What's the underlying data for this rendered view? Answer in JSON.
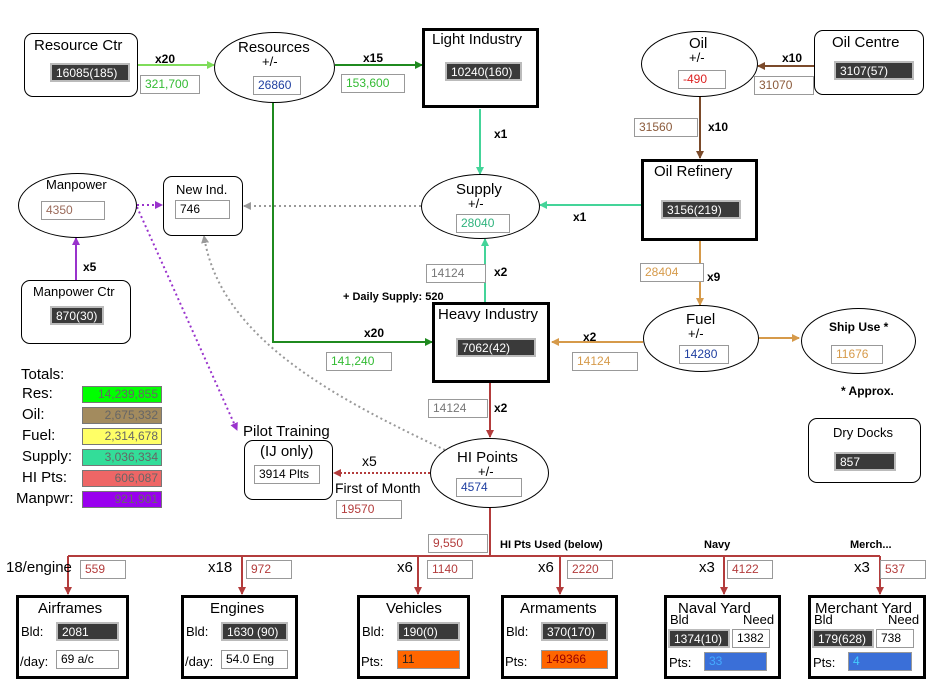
{
  "colors": {
    "resources": "#5ecb3c",
    "oil": "#7b4a2a",
    "supply": "#44d499",
    "fuel": "#d69a4a",
    "manpower": "#9933cc",
    "hi": "#b33c3c",
    "new_ind": "#999999"
  },
  "resource_ctr": {
    "title": "Resource Ctr",
    "value": "16085(185)",
    "mult": "x20",
    "flow": "321,700"
  },
  "resources": {
    "title": "Resources",
    "sub": "+/-",
    "value": "26860",
    "mult": "x15",
    "flow": "153,600",
    "mult2": "x20",
    "flow2": "141,240"
  },
  "light_industry": {
    "title": "Light Industry",
    "value": "10240(160)",
    "mult": "x1"
  },
  "oil": {
    "title": "Oil",
    "sub": "+/-",
    "value": "-490"
  },
  "oil_centre": {
    "title": "Oil Centre",
    "value": "3107(57)",
    "mult": "x10",
    "flow": "31070"
  },
  "oil_refinery": {
    "title": "Oil Refinery",
    "value": "3156(219)",
    "in_mult": "x10",
    "in_flow": "31560",
    "supply_mult": "x1",
    "fuel_mult": "x9",
    "fuel_flow": "28404"
  },
  "supply": {
    "title": "Supply",
    "sub": "+/-",
    "value": "28040",
    "from_hi_mult": "x2",
    "from_hi_flow": "14124",
    "daily": "+ Daily Supply: 520"
  },
  "manpower": {
    "title": "Manpower",
    "value": "4350"
  },
  "new_ind": {
    "title": "New Ind.",
    "value": "746"
  },
  "manpower_ctr": {
    "title": "Manpower Ctr",
    "value": "870(30)",
    "mult": "x5"
  },
  "heavy_industry": {
    "title": "Heavy Industry",
    "value": "7062(42)",
    "fuel_mult": "x2",
    "fuel_flow": "14124",
    "hi_mult": "x2",
    "hi_flow": "14124"
  },
  "fuel": {
    "title": "Fuel",
    "sub": "+/-",
    "value": "14280"
  },
  "ship_use": {
    "title": "Ship Use *",
    "value": "11676",
    "note": "* Approx."
  },
  "dry_docks": {
    "title": "Dry Docks",
    "value": "857"
  },
  "totals": {
    "title": "Totals:",
    "rows": [
      {
        "label": "Res:",
        "value": "14,239,855",
        "color": "#00ff00"
      },
      {
        "label": "Oil:",
        "value": "2,675,332",
        "color": "#a38b5e"
      },
      {
        "label": "Fuel:",
        "value": "2,314,678",
        "color": "#ffff66"
      },
      {
        "label": "Supply:",
        "value": "3,036,334",
        "color": "#33dd99"
      },
      {
        "label": "HI Pts:",
        "value": "606,087",
        "color": "#ee6666"
      },
      {
        "label": "Manpwr:",
        "value": "921,901",
        "color": "#9900ee"
      }
    ]
  },
  "pilot_training": {
    "title": "Pilot Training",
    "sub": "(IJ only)",
    "value": "3914 Plts"
  },
  "hi_points": {
    "title": "HI Points",
    "sub": "+/-",
    "value": "4574",
    "pilot_mult": "x5",
    "fom_label": "First of Month",
    "fom_value": "19570",
    "used_value": "9,550",
    "used_label": "HI Pts Used (below)"
  },
  "branch": {
    "navy": "Navy",
    "merch": "Merch..."
  },
  "consumers": [
    {
      "key": "airframes",
      "title": "Airframes",
      "mult": "18/engine",
      "cost": "559",
      "bld_label": "Bld:",
      "bld": "2081",
      "row2_label": "/day:",
      "row2": "69 a/c"
    },
    {
      "key": "engines",
      "title": "Engines",
      "mult": "x18",
      "cost": "972",
      "bld_label": "Bld:",
      "bld": "1630 (90)",
      "row2_label": "/day:",
      "row2": "54.0 Eng"
    },
    {
      "key": "vehicles",
      "title": "Vehicles",
      "mult": "x6",
      "cost": "1140",
      "bld_label": "Bld:",
      "bld": "190(0)",
      "row2_label": "Pts:",
      "row2": "11"
    },
    {
      "key": "armaments",
      "title": "Armaments",
      "mult": "x6",
      "cost": "2220",
      "bld_label": "Bld:",
      "bld": "370(170)",
      "row2_label": "Pts:",
      "row2": "149366"
    },
    {
      "key": "naval",
      "title": "Naval Yard",
      "mult": "x3",
      "cost": "4122",
      "bld_label": "Bld",
      "need_label": "Need",
      "bld": "1374(10)",
      "need": "1382",
      "row2_label": "Pts:",
      "row2": "33"
    },
    {
      "key": "merchant",
      "title": "Merchant Yard",
      "mult": "x3",
      "cost": "537",
      "bld_label": "Bld",
      "need_label": "Need",
      "bld": "179(628)",
      "need": "738",
      "row2_label": "Pts:",
      "row2": "4"
    }
  ]
}
